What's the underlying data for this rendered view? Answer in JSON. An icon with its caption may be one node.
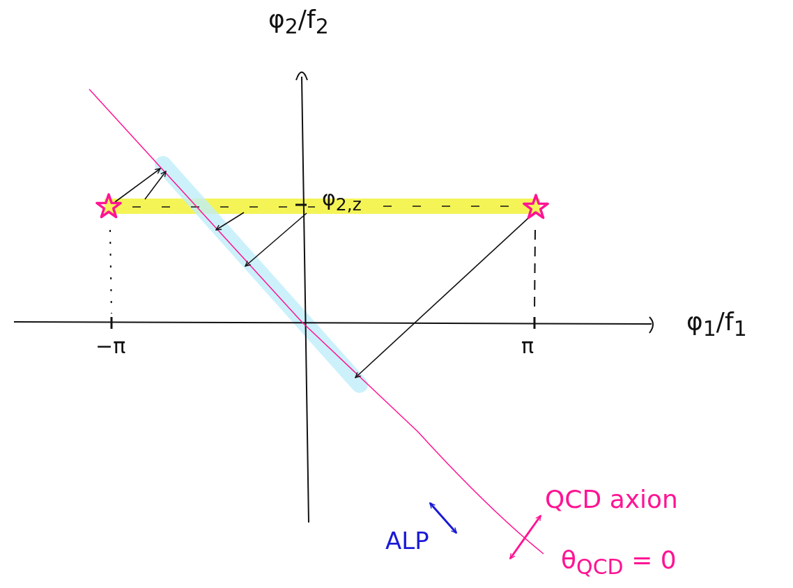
{
  "diagram": {
    "nodes": [
      {
        "text": [],
        "shape": "star"
      },
      {
        "text": [],
        "shape": "bar"
      },
      {
        "text": [],
        "shape": "star"
      },
      {
        "text": [],
        "shape": "bar"
      }
    ],
    "edges": [
      {
        "from": 0,
        "to": 3,
        "arrow": "to"
      },
      {
        "from": 1,
        "to": 3,
        "arrow": "to"
      },
      {
        "from": 1,
        "to": 3,
        "arrow": "to"
      },
      {
        "from": 1,
        "to": 3,
        "arrow": "to"
      },
      {
        "from": 2,
        "to": 3,
        "arrow": "to"
      }
    ],
    "labels": [
      "φ$_{2}$/f$_{2}$",
      "φ$_{1}$/f$_{1}$",
      "−π",
      "π",
      "φ$_{2,z}$",
      "ALP",
      "QCD axion",
      "θ$_{QCD}$ = 0"
    ]
  }
}
